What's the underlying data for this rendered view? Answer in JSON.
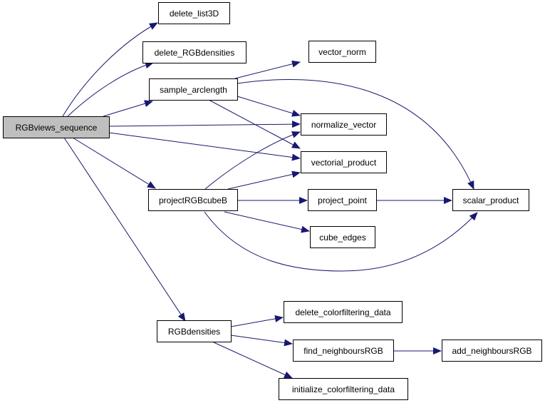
{
  "graph": {
    "edge_color": "#191970",
    "root_fill": "#bfbfbf",
    "nodes": {
      "rgbviews_sequence": "RGBviews_sequence",
      "delete_list3d": "delete_list3D",
      "delete_rgbdensities": "delete_RGBdensities",
      "sample_arclength": "sample_arclength",
      "vector_norm": "vector_norm",
      "normalize_vector": "normalize_vector",
      "vectorial_product": "vectorial_product",
      "projectrgbcubeb": "projectRGBcubeB",
      "project_point": "project_point",
      "scalar_product": "scalar_product",
      "cube_edges": "cube_edges",
      "rgbdensities": "RGBdensities",
      "delete_colorfiltering_data": "delete_colorfiltering_data",
      "find_neighboursrgb": "find_neighboursRGB",
      "add_neighboursrgb": "add_neighboursRGB",
      "initialize_colorfiltering_data": "initialize_colorfiltering_data"
    },
    "edges": [
      [
        "rgbviews_sequence",
        "delete_list3d"
      ],
      [
        "rgbviews_sequence",
        "delete_rgbdensities"
      ],
      [
        "rgbviews_sequence",
        "sample_arclength"
      ],
      [
        "rgbviews_sequence",
        "normalize_vector"
      ],
      [
        "rgbviews_sequence",
        "vectorial_product"
      ],
      [
        "rgbviews_sequence",
        "projectrgbcubeb"
      ],
      [
        "rgbviews_sequence",
        "rgbdensities"
      ],
      [
        "sample_arclength",
        "vector_norm"
      ],
      [
        "sample_arclength",
        "normalize_vector"
      ],
      [
        "sample_arclength",
        "vectorial_product"
      ],
      [
        "sample_arclength",
        "scalar_product"
      ],
      [
        "projectrgbcubeb",
        "normalize_vector"
      ],
      [
        "projectrgbcubeb",
        "vectorial_product"
      ],
      [
        "projectrgbcubeb",
        "project_point"
      ],
      [
        "projectrgbcubeb",
        "cube_edges"
      ],
      [
        "projectrgbcubeb",
        "scalar_product"
      ],
      [
        "project_point",
        "scalar_product"
      ],
      [
        "rgbdensities",
        "delete_colorfiltering_data"
      ],
      [
        "rgbdensities",
        "find_neighboursrgb"
      ],
      [
        "rgbdensities",
        "initialize_colorfiltering_data"
      ],
      [
        "find_neighboursrgb",
        "add_neighboursrgb"
      ]
    ]
  }
}
